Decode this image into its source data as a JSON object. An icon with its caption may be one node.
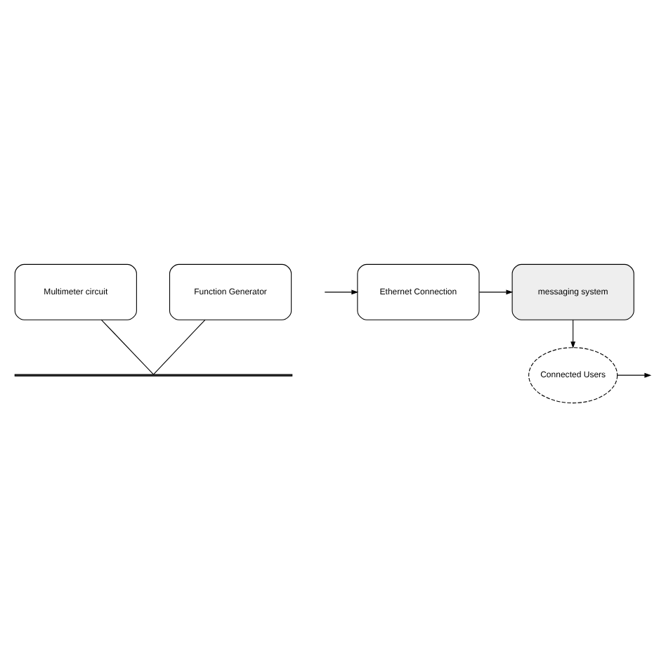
{
  "diagram": {
    "nodes": [
      {
        "text": [
          "Multimeter circuit"
        ]
      },
      {
        "text": [
          "Function Generator"
        ]
      },
      {
        "text": [],
        "shape": "bar"
      },
      {
        "text": [
          "messaging system"
        ]
      },
      {
        "text": [
          "Ethernet Connection"
        ]
      },
      {
        "text": [
          "Connected Users"
        ]
      }
    ],
    "edges": [
      {
        "from": 0,
        "to": 2,
        "arrow": "none"
      },
      {
        "from": 1,
        "to": 2,
        "arrow": "none"
      },
      {
        "from": null,
        "to": 4,
        "arrow": "to"
      },
      {
        "from": 4,
        "to": 3,
        "arrow": "to"
      },
      {
        "from": 3,
        "to": 5,
        "arrow": "to"
      },
      {
        "from": 5,
        "to": null,
        "arrow": "to"
      }
    ]
  }
}
